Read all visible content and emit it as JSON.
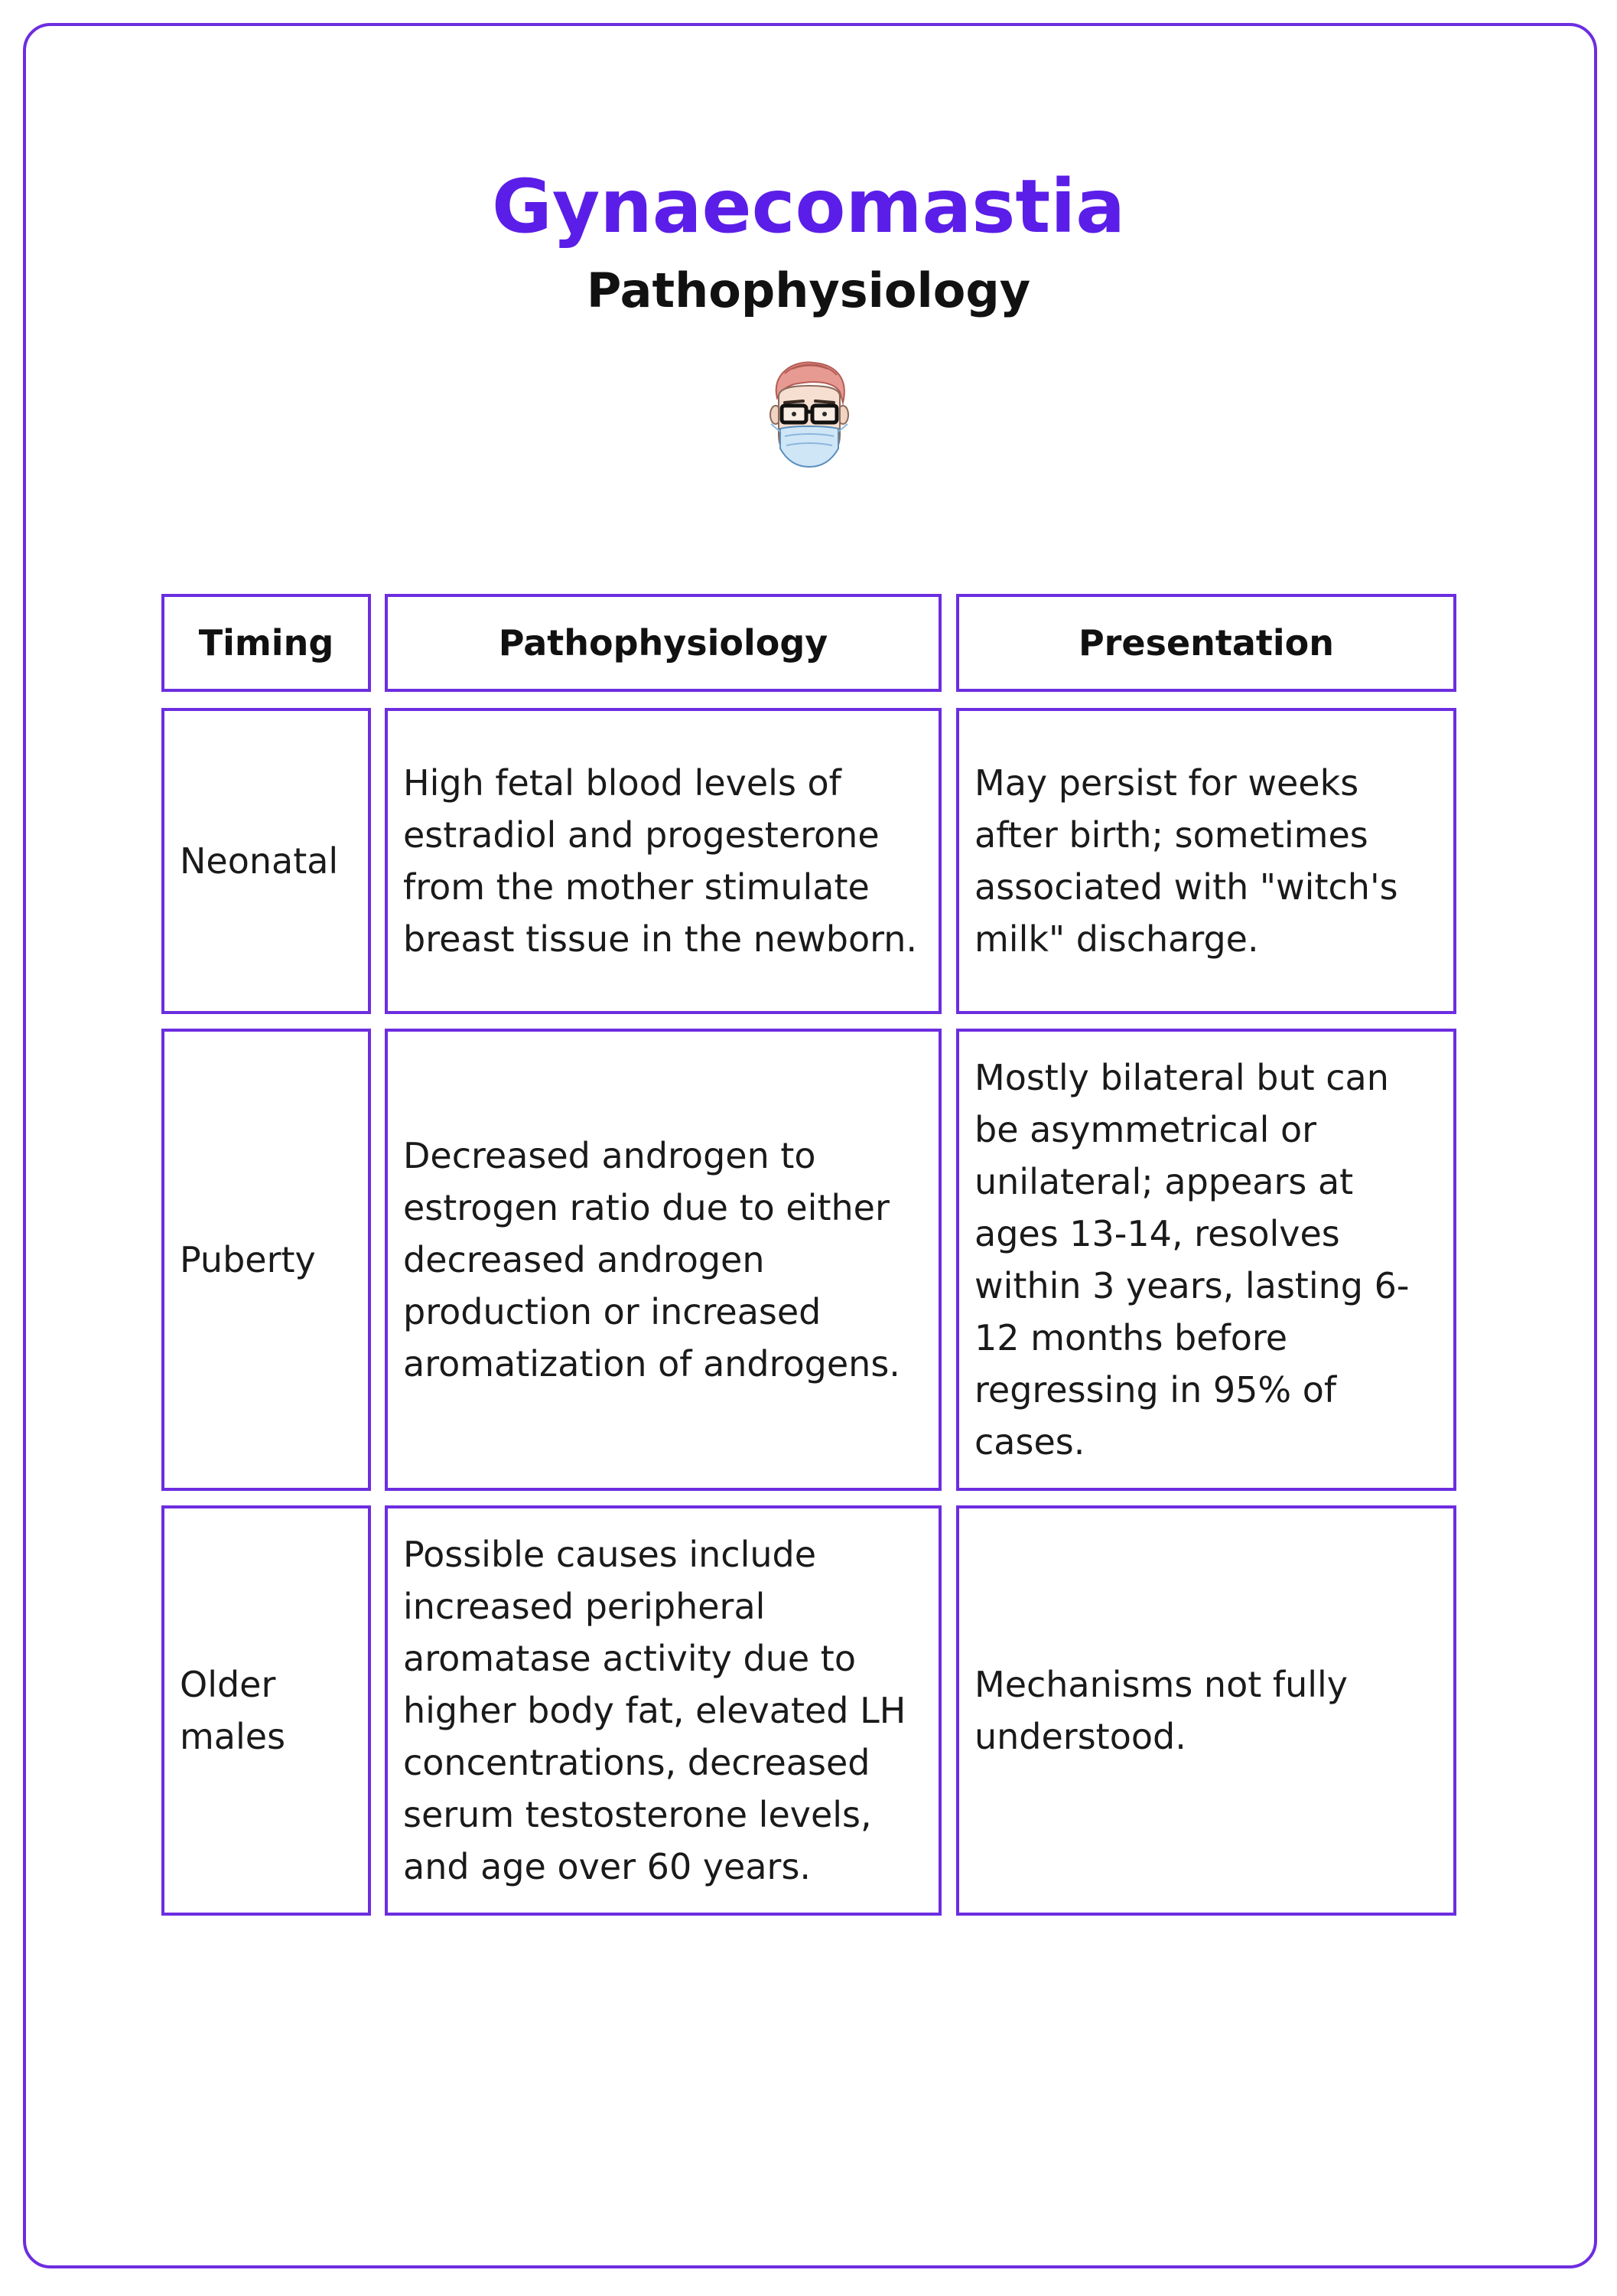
{
  "header": {
    "title": "Gynaecomastia",
    "subtitle": "Pathophysiology",
    "avatar_icon": "doctor-mask-avatar-icon"
  },
  "table": {
    "columns": [
      "Timing",
      "Pathophysiology",
      "Presentation"
    ],
    "rows": [
      {
        "timing": "Neonatal",
        "pathophysiology": "High fetal blood levels of estradiol and progesterone from the mother stimulate breast tissue in the newborn.",
        "presentation": "May persist for weeks after birth; sometimes associated with \"witch's milk\" discharge."
      },
      {
        "timing": "Puberty",
        "pathophysiology": "Decreased androgen to estrogen ratio due to either decreased androgen production or increased aromatization of androgens.",
        "presentation": "Mostly bilateral but can be asymmetrical or unilateral; appears at ages 13-14, resolves within 3 years, lasting 6-12 months before regressing in 95% of cases."
      },
      {
        "timing": "Older males",
        "pathophysiology": "Possible causes include increased peripheral aromatase activity due to higher body fat, elevated LH concentrations, decreased serum testosterone levels, and age over 60 years.",
        "presentation": "Mechanisms not fully understood."
      }
    ]
  },
  "colors": {
    "accent": "#5b1ee8",
    "border": "#6d2de0"
  }
}
